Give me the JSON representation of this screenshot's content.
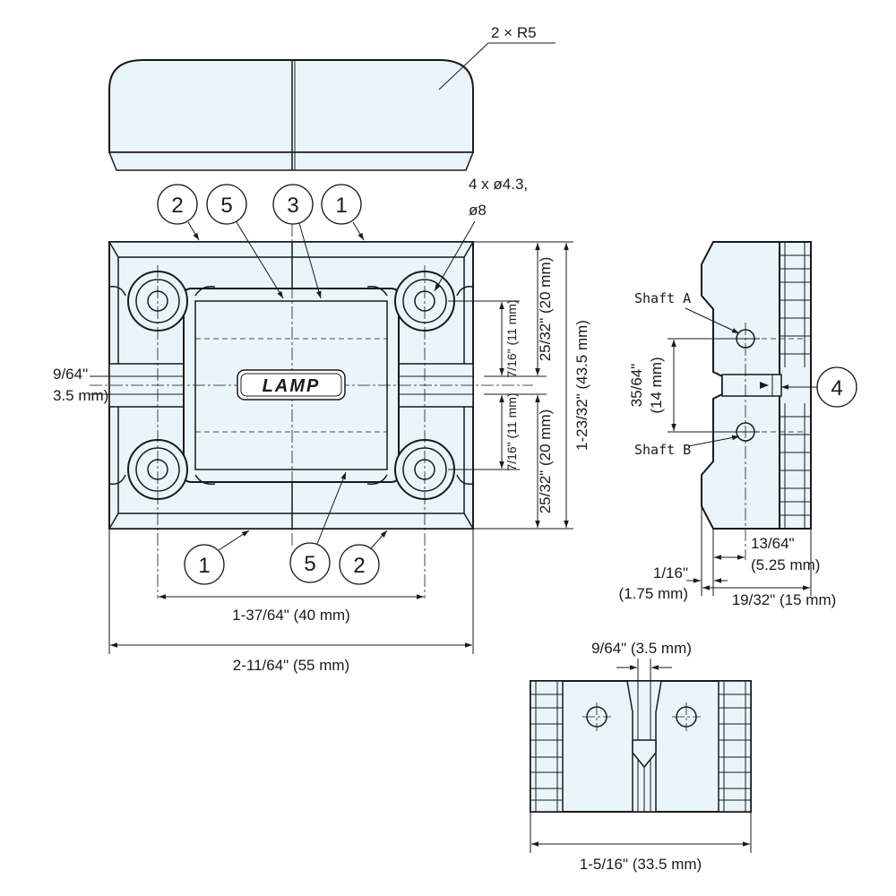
{
  "labels": {
    "radius_note": "2 × R5",
    "holes_note_line1": "4 x ø4.3,",
    "holes_note_line2": "ø8",
    "logo": "LAMP",
    "shaft_a": "Shaft A",
    "shaft_b": "Shaft B"
  },
  "callouts": {
    "top_2": "2",
    "top_5": "5",
    "top_3": "3",
    "top_1": "1",
    "bottom_1": "1",
    "bottom_5": "5",
    "bottom_2": "2",
    "side_4": "4"
  },
  "dimensions": {
    "gap_in": "9/64\"",
    "gap_mm": "3.5 mm)",
    "hole_spacing": "1-37/64\" (40 mm)",
    "overall_width": "2-11/64\" (55 mm)",
    "upper_11": "7/16\" (11 mm)",
    "lower_11": "7/16\" (11 mm)",
    "upper_20": "25/32\" (20 mm)",
    "lower_20": "25/32\" (20 mm)",
    "overall_height": "1-23/32\" (43.5 mm)",
    "shaft_spacing_in": "35/64\"",
    "shaft_spacing_mm": "(14 mm)",
    "shaft_offset_in": "13/64\"",
    "shaft_offset_mm": "(5.25 mm)",
    "lip_in": "1/16\"",
    "lip_mm": "(1.75 mm)",
    "depth": "19/32\" (15 mm)",
    "bottom_gap": "9/64\" (3.5 mm)",
    "bottom_width": "1-5/16\" (33.5 mm)"
  }
}
